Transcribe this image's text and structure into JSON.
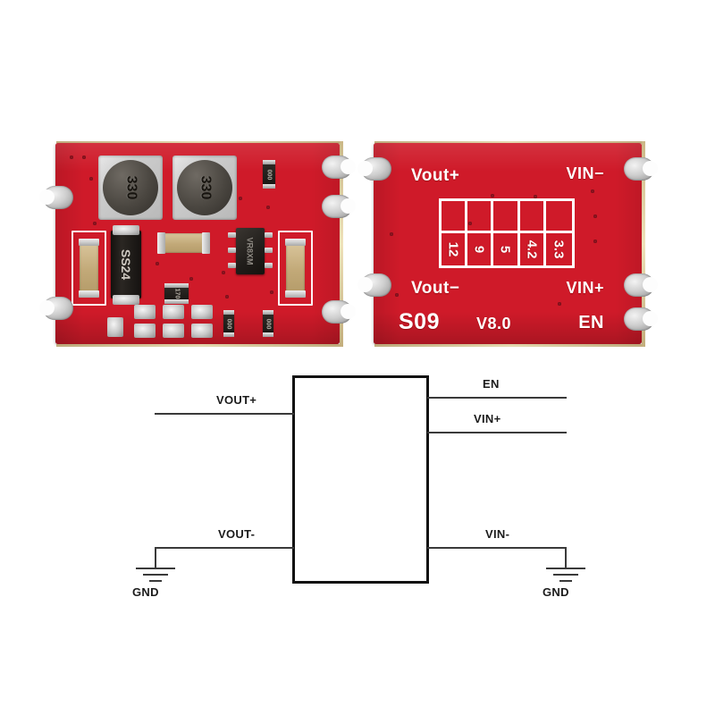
{
  "product": {
    "board_front": {
      "name": "dc-dc-boost-converter-front",
      "components": [
        {
          "ref": "inductor-1",
          "label": "330"
        },
        {
          "ref": "inductor-2",
          "label": "330"
        },
        {
          "ref": "schottky-diode",
          "label": "SS24"
        },
        {
          "ref": "controller-ic",
          "label": "VR8XM"
        },
        {
          "ref": "resistor-1",
          "label": "170"
        },
        {
          "ref": "resistor-2",
          "label": "000"
        },
        {
          "ref": "resistor-3",
          "label": "000"
        },
        {
          "ref": "resistor-4",
          "label": "000"
        }
      ]
    },
    "board_back": {
      "name": "dc-dc-boost-converter-back",
      "silkscreen": {
        "vout_plus": "Vout+",
        "vout_minus": "Vout−",
        "vin_minus": "VIN−",
        "vin_plus": "VIN+",
        "enable": "EN",
        "model": "S09",
        "version": "V8.0"
      },
      "voltage_selector": {
        "label": "output-voltage-solder-jumper-grid",
        "columns": 5,
        "rows": 2,
        "options": [
          "12",
          "9",
          "5",
          "4.2",
          "3.3"
        ]
      }
    },
    "colors": {
      "pcb_red": "#d5182a",
      "silkscreen_white": "#ffffff",
      "pad_silver": "#cfcfcf",
      "schematic_black": "#111111",
      "schematic_line": "#3a3a3a"
    }
  },
  "schematic": {
    "name": "pinout-block-diagram",
    "block_label": "",
    "pins_left": [
      {
        "id": "vout-plus",
        "label": "VOUT+"
      },
      {
        "id": "vout-minus",
        "label": "VOUT-"
      }
    ],
    "pins_right": [
      {
        "id": "en",
        "label": "EN"
      },
      {
        "id": "vin-plus",
        "label": "VIN+"
      },
      {
        "id": "vin-minus",
        "label": "VIN-"
      }
    ],
    "grounds": [
      {
        "id": "gnd-left",
        "label": "GND"
      },
      {
        "id": "gnd-right",
        "label": "GND"
      }
    ]
  }
}
